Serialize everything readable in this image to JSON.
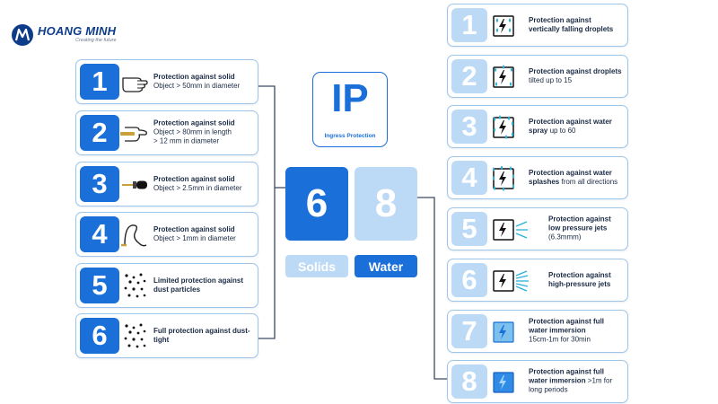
{
  "brand": {
    "name": "HOANG MINH",
    "tagline": "Creating the future"
  },
  "ip": {
    "title": "IP",
    "subtitle": "Ingress Protection"
  },
  "code": {
    "solids_digit": "6",
    "water_digit": "8",
    "solids_label": "Solids",
    "water_label": "Water"
  },
  "colors": {
    "primary": "#1a6fd8",
    "light": "#bcdaf6",
    "border": "#9ec6ea",
    "text": "#1b2b45"
  },
  "solids": [
    {
      "num": "1",
      "icon": "hand-icon",
      "bold": "Protection against solid",
      "plain": "",
      "lines": [
        "Object > 50mm in diameter"
      ]
    },
    {
      "num": "2",
      "icon": "finger-icon",
      "bold": "Protection against solid",
      "plain": "",
      "lines": [
        "Object > 80mm in length",
        "> 12 mm in diameter"
      ]
    },
    {
      "num": "3",
      "icon": "screwdriver-icon",
      "bold": "Protection against solid",
      "plain": "",
      "lines": [
        "Object > 2.5mm in diameter"
      ]
    },
    {
      "num": "4",
      "icon": "wire-icon",
      "bold": "Protection against solid",
      "plain": "",
      "lines": [
        "Object > 1mm in diameter"
      ]
    },
    {
      "num": "5",
      "icon": "dust-icon",
      "bold": "Limited protection against dust particles",
      "plain": "",
      "lines": []
    },
    {
      "num": "6",
      "icon": "dust-icon",
      "bold": "Full protection against dust-tight",
      "plain": "",
      "lines": []
    }
  ],
  "water": [
    {
      "num": "1",
      "icon": "vertical-drops-icon",
      "bold": "Protection against vertically falling droplets",
      "plain": "",
      "lines": []
    },
    {
      "num": "2",
      "icon": "tilted-drops-icon",
      "bold": "Protection against droplets",
      "plain": " tilted up to 15",
      "lines": []
    },
    {
      "num": "3",
      "icon": "spray-icon",
      "bold": "Protection against water spray",
      "plain": " up to 60",
      "lines": []
    },
    {
      "num": "4",
      "icon": "splash-icon",
      "bold": "Protection against water splashes",
      "plain": " from all directions",
      "lines": []
    },
    {
      "num": "5",
      "icon": "low-pressure-jet-icon",
      "bold": "Protection against low pressure jets",
      "plain": "",
      "lines": [
        "(6.3mmm)"
      ]
    },
    {
      "num": "6",
      "icon": "high-pressure-jet-icon",
      "bold": "Protection against high-pressure jets",
      "plain": "",
      "lines": []
    },
    {
      "num": "7",
      "icon": "immersion-icon",
      "bold": "Protection against full water immersion",
      "plain": "",
      "lines": [
        "15cm-1m for 30min"
      ]
    },
    {
      "num": "8",
      "icon": "deep-immersion-icon",
      "bold": "Protection against full water immersion",
      "plain": " >1m for long periods",
      "lines": []
    }
  ]
}
